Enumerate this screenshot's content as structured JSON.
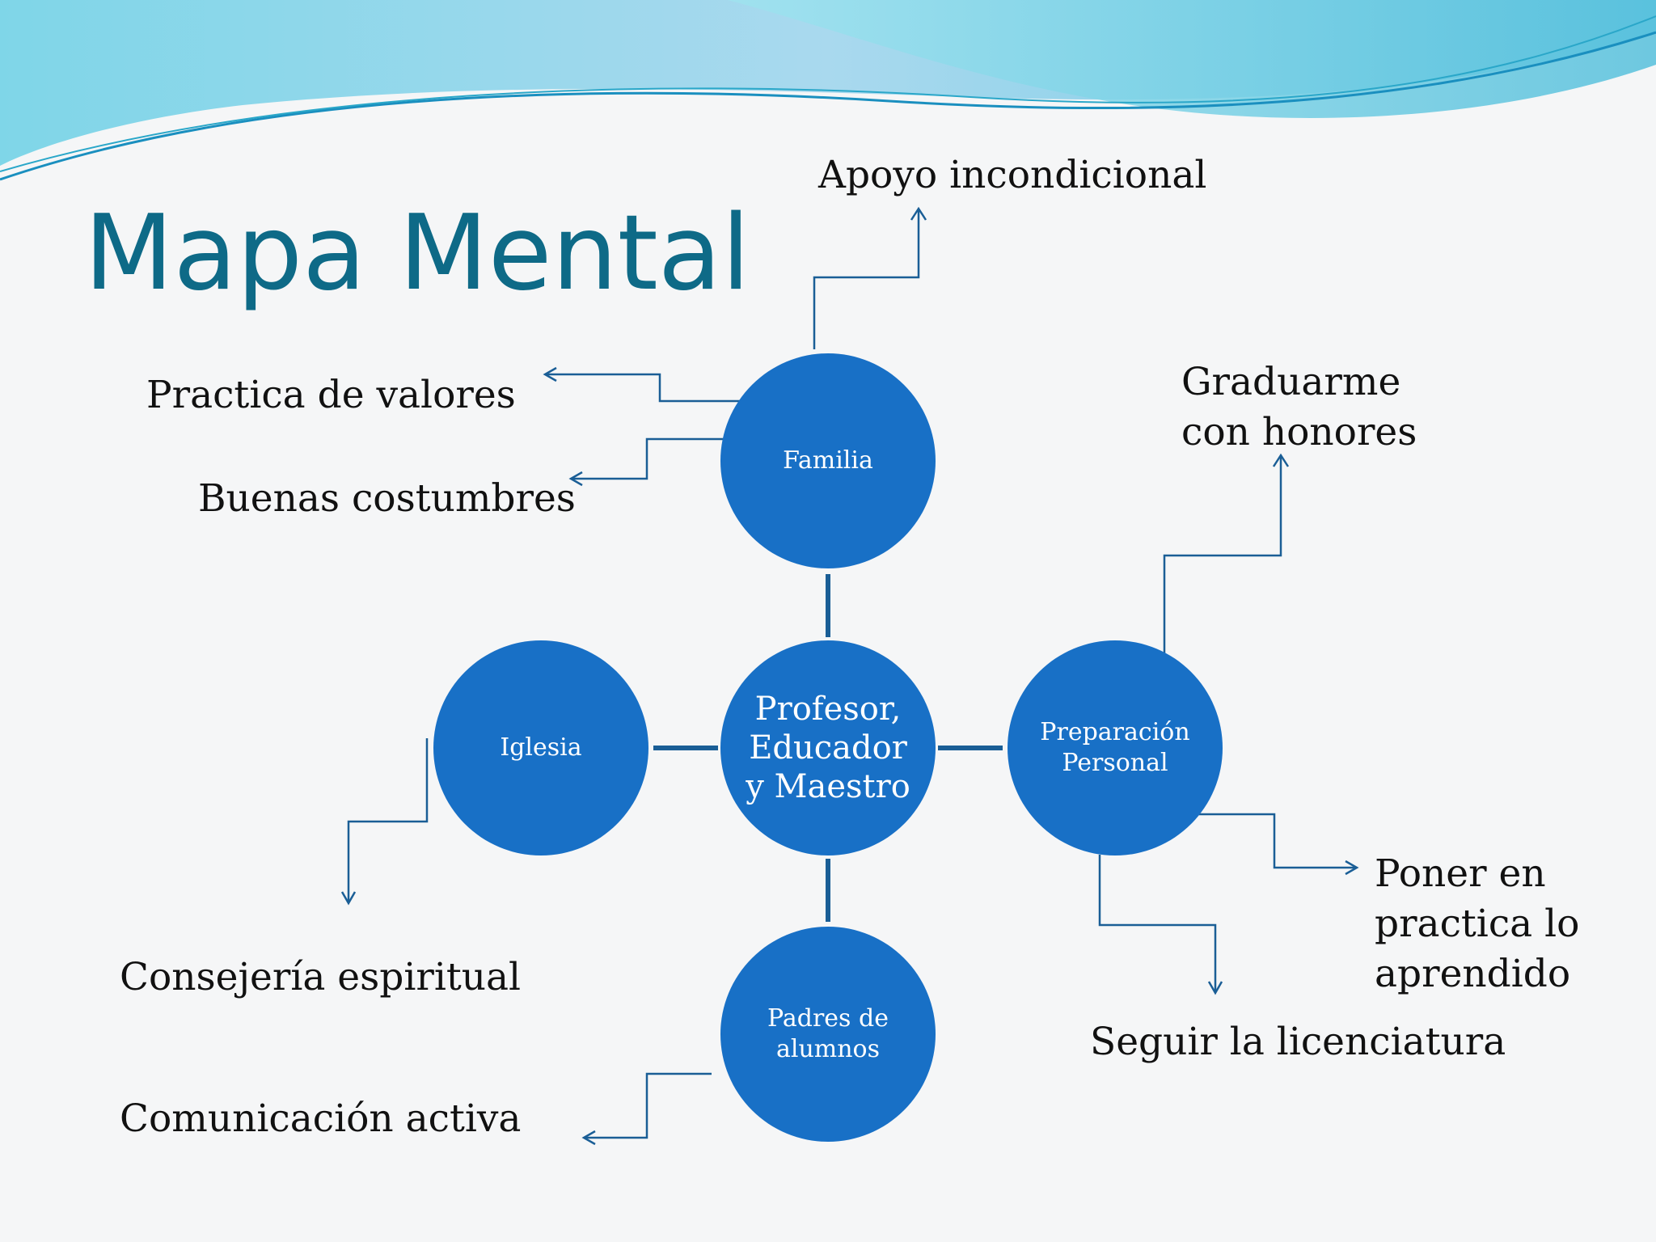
{
  "title": "Mapa Mental",
  "colors": {
    "title": "#0e6a87",
    "node_fill": "#1870c6",
    "node_text": "#ffffff",
    "connector": "#1a5e96",
    "label_text": "#111111",
    "wave_light": "#8fd3ea",
    "wave_dark": "#1a7fb0"
  },
  "center_node": {
    "line1": "Profesor,",
    "line2": "Educador",
    "line3": "y Maestro"
  },
  "nodes": {
    "familia": {
      "line1": "Familia"
    },
    "iglesia": {
      "line1": "Iglesia"
    },
    "preparacion": {
      "line1": "Preparación",
      "line2": "Personal"
    },
    "padres": {
      "line1": "Padres de",
      "line2": "alumnos"
    }
  },
  "labels": {
    "apoyo": "Apoyo incondicional",
    "practica_valores": "Practica de valores",
    "buenas_costumbres": "Buenas costumbres",
    "graduarme_1": "Graduarme",
    "graduarme_2": "con honores",
    "poner_1": "Poner en",
    "poner_2": "practica lo",
    "poner_3": "aprendido",
    "seguir": "Seguir la licenciatura",
    "consejeria": "Consejería espiritual",
    "comunicacion": "Comunicación activa"
  }
}
